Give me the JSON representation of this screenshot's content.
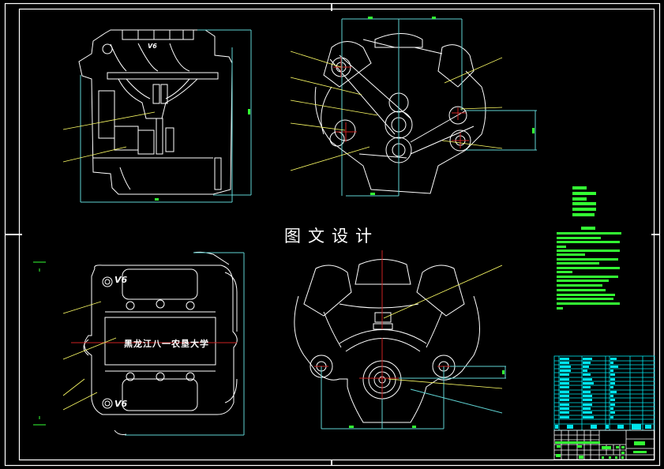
{
  "drawing": {
    "title": "图文设计",
    "part_label": "黑龙江八一农垦大学",
    "engine_badge": "V6",
    "colors": {
      "background": "#000000",
      "outline": "#ffffff",
      "dimension": "#5fd3d3",
      "leader": "#ffff66",
      "centerline": "#cc2222",
      "notes": "#33ff33",
      "title_block": "#00e5ee"
    }
  },
  "views": [
    {
      "name": "side-view",
      "position": "top-left"
    },
    {
      "name": "front-view",
      "position": "top-right"
    },
    {
      "name": "top-view",
      "position": "bottom-left"
    },
    {
      "name": "rear-view",
      "position": "bottom-right"
    }
  ],
  "notes": {
    "spec_lines": 6,
    "requirement_lines": 18
  },
  "title_block": {
    "parts_list_rows": 16
  }
}
